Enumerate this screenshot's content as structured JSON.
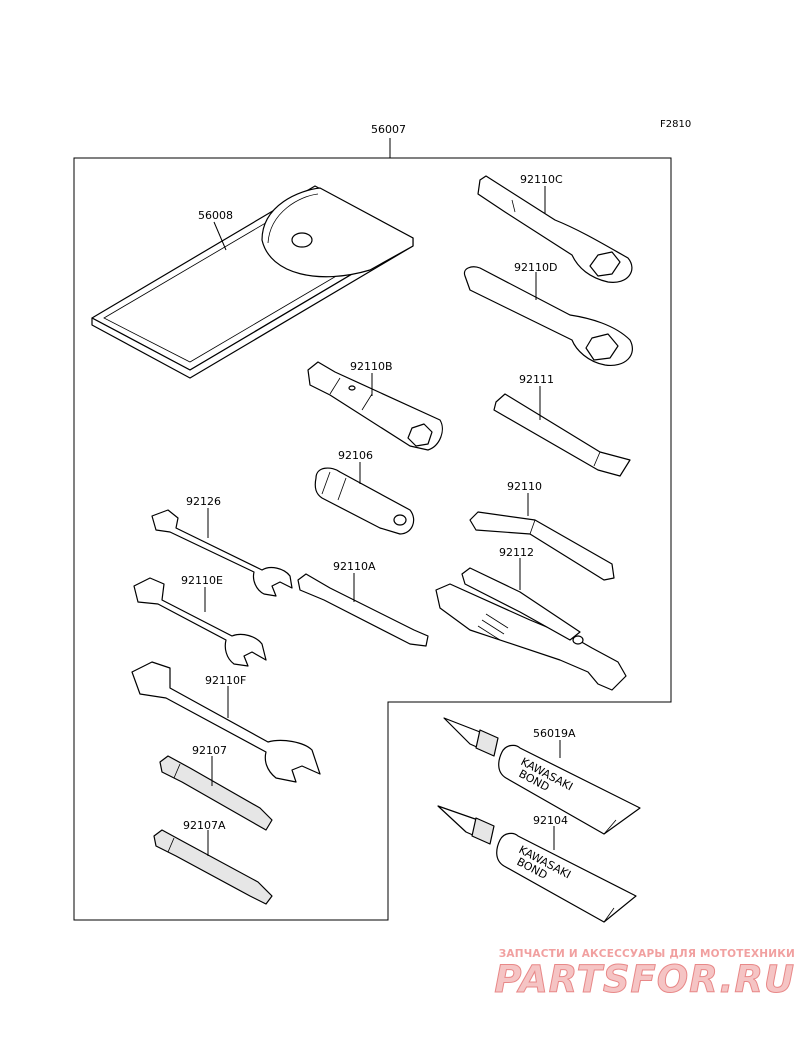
{
  "figure_code": "F2810",
  "callouts": {
    "toolkit": "56007",
    "tool_bag": "56008",
    "wrench_c": "92110C",
    "wrench_d": "92110D",
    "plug_wrench": "92110B",
    "bar_92111": "92111",
    "adapter": "92106",
    "hex_key": "92110",
    "wrench_92126": "92126",
    "wrench_e": "92110E",
    "spoke_tool": "92110A",
    "pliers": "92112",
    "wrench_f": "92110F",
    "screwdriver": "92107",
    "screwdriver_a": "92107A",
    "bond_a": "56019A",
    "bond": "92104"
  },
  "tube_print": {
    "brand": "KAWASAKI",
    "product": "BOND"
  },
  "watermark": {
    "caption": "ЗАПЧАСТИ И АКСЕССУАРЫ ДЛЯ МОТОТЕХНИКИ",
    "logo": "PARTSFOR.RU"
  }
}
